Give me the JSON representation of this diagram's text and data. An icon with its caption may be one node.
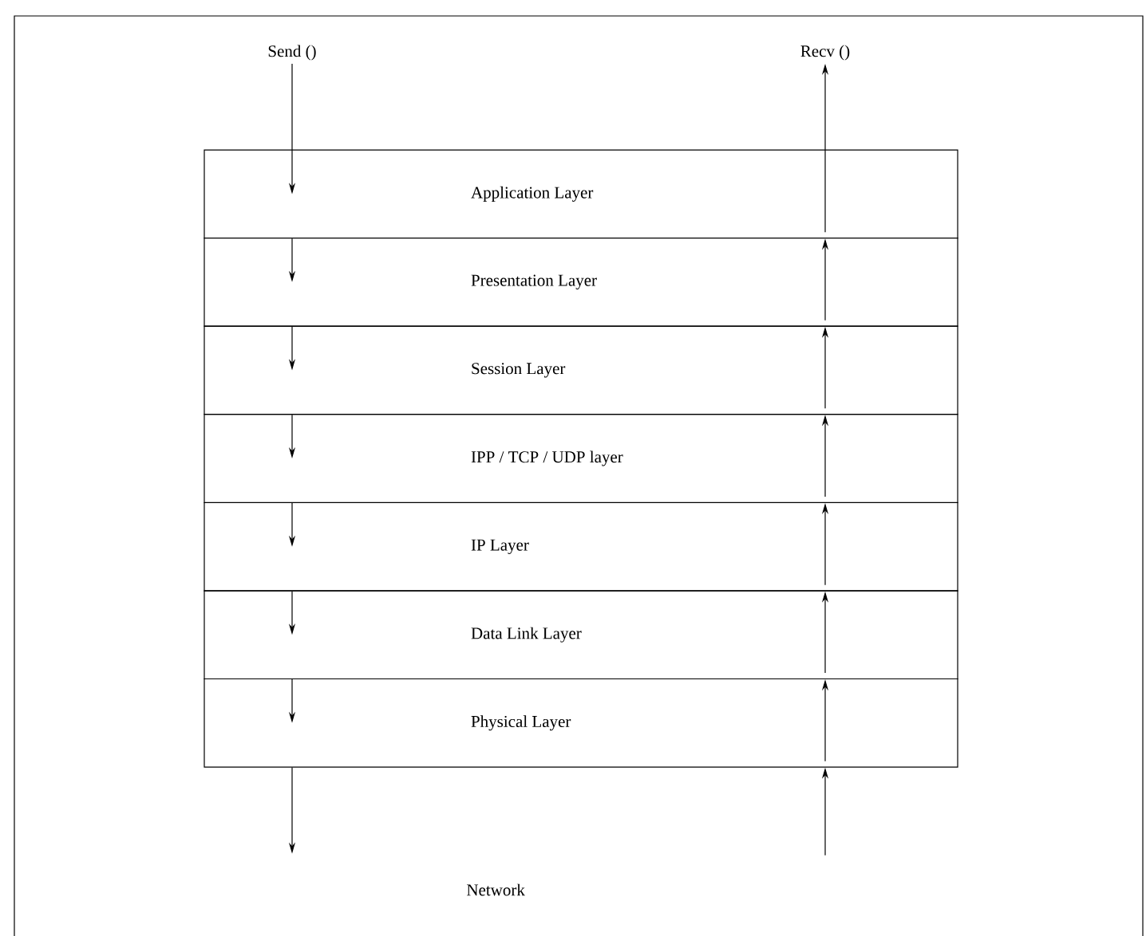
{
  "diagram": {
    "nodes": [
      {
        "text": [
          "Send ()"
        ]
      },
      {
        "text": [
          "Recv ()"
        ]
      },
      {
        "text": [
          "Application Layer"
        ]
      },
      {
        "text": [
          "Presentation Layer"
        ]
      },
      {
        "text": [
          "Session Layer"
        ]
      },
      {
        "text": [
          "IPP / TCP / UDP layer"
        ]
      },
      {
        "text": [
          "IP Layer"
        ]
      },
      {
        "text": [
          "Data Link Layer"
        ]
      },
      {
        "text": [
          "Physical Layer"
        ]
      }
    ],
    "labels": [
      "Network"
    ],
    "edges": [
      {
        "from": 0,
        "to": 2,
        "arrow": "to"
      },
      {
        "from": 2,
        "to": 3,
        "arrow": "to"
      },
      {
        "from": 3,
        "to": 4,
        "arrow": "to"
      },
      {
        "from": 4,
        "to": 5,
        "arrow": "to"
      },
      {
        "from": 5,
        "to": 6,
        "arrow": "to"
      },
      {
        "from": 6,
        "to": 7,
        "arrow": "to"
      },
      {
        "from": 7,
        "to": 8,
        "arrow": "to"
      },
      {
        "from": 8,
        "to": null,
        "arrow": "to"
      },
      {
        "from": null,
        "to": 8,
        "arrow": "to"
      },
      {
        "from": 8,
        "to": 7,
        "arrow": "to"
      },
      {
        "from": 7,
        "to": 6,
        "arrow": "to"
      },
      {
        "from": 6,
        "to": 5,
        "arrow": "to"
      },
      {
        "from": 5,
        "to": 4,
        "arrow": "to"
      },
      {
        "from": 4,
        "to": 3,
        "arrow": "to"
      },
      {
        "from": 3,
        "to": 2,
        "arrow": "to"
      },
      {
        "from": 2,
        "to": 1,
        "arrow": "to"
      }
    ]
  }
}
